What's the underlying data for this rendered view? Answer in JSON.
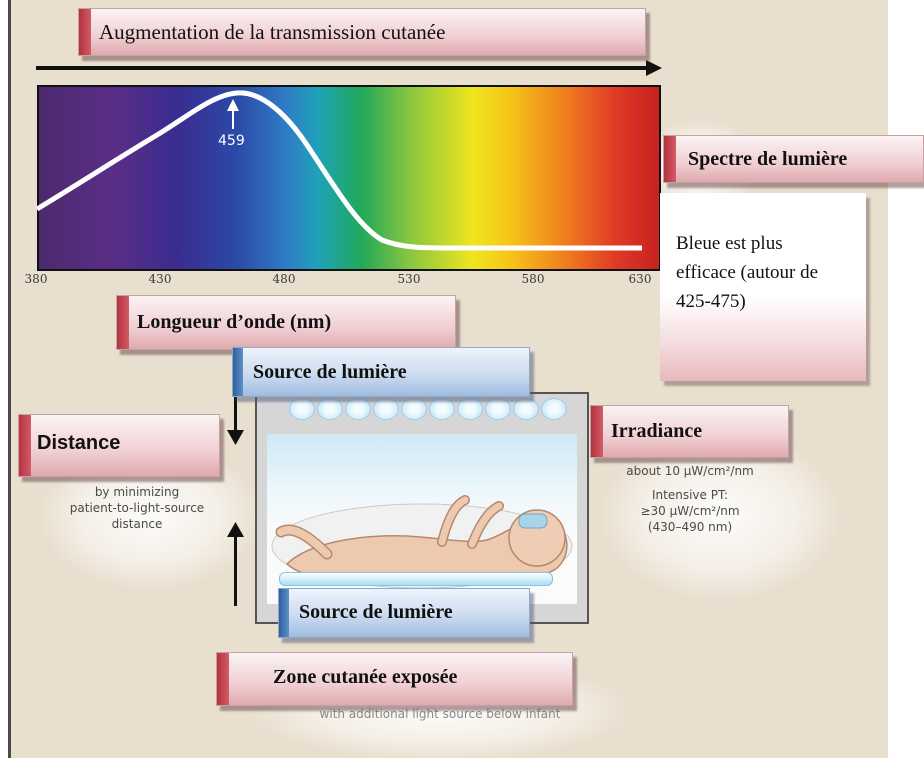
{
  "title": "Augmentation de la transmission cutanée",
  "peak_label": "459",
  "axis_ticks": [
    "380",
    "430",
    "480",
    "530",
    "580",
    "630"
  ],
  "spectrum_label": "Spectre de lumière",
  "spectrum_note": "Bleue est plus efficace (autour de 425-475)",
  "wavelength_label": "Longueur d’onde (nm)",
  "source_top_label": "Source de lumière",
  "source_bottom_label": "Source de lumière",
  "distance_label": "Distance",
  "distance_note": [
    "by minimizing",
    "patient-to-light-source",
    "distance"
  ],
  "irradiance_label": "Irradiance",
  "irradiance_note": [
    "about 10 μW/cm²/nm",
    "Intensive PT:",
    "≥30 μW/cm²/nm",
    "(430–490 nm)"
  ],
  "skin_label": "Zone cutanée exposée",
  "skin_note": "with additional light source below infant",
  "colors": {
    "pink_ribbon": "#b3323f",
    "blue_ribbon": "#2f5f9c",
    "curve": "#ffffff"
  }
}
